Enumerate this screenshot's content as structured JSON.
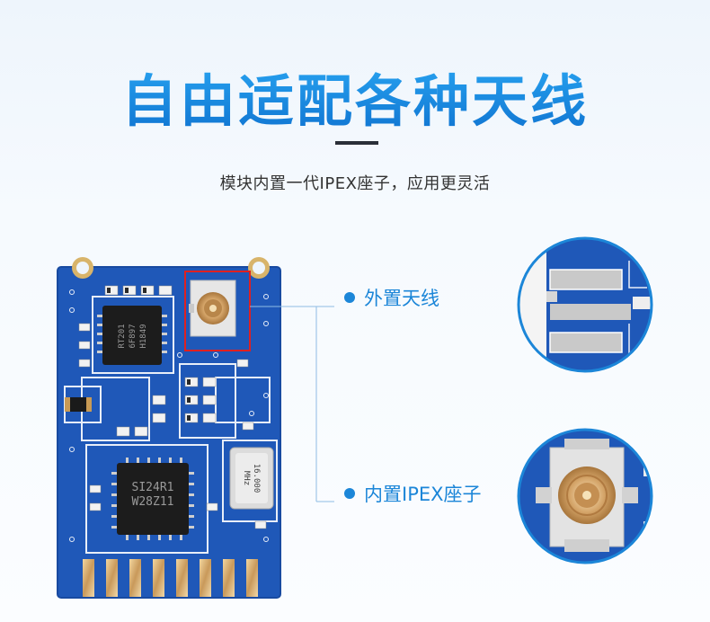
{
  "header": {
    "title": "自由适配各种天线",
    "subtitle": "模块内置一代IPEX座子，应用更灵活"
  },
  "callouts": [
    {
      "label": "外置天线"
    },
    {
      "label": "内置IPEX座子"
    }
  ],
  "chips": {
    "rf_chip": [
      "RT201",
      "6F897",
      "H1849"
    ],
    "mcu_chip": [
      "SI24R1",
      "W28Z11"
    ],
    "crystal": [
      "16.000",
      "MHz"
    ]
  },
  "colors": {
    "accent": "#1c86d8",
    "pcb": "#1f58b8",
    "highlight_box": "#e02020"
  }
}
